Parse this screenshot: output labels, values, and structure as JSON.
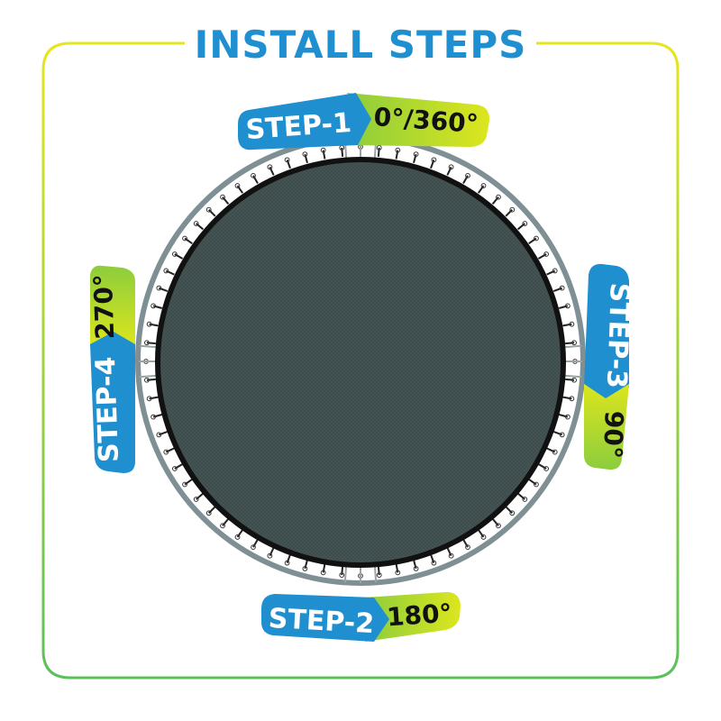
{
  "title": "INSTALL STEPS",
  "steps": [
    {
      "label": "STEP-1",
      "angle": "0°/360°"
    },
    {
      "label": "STEP-2",
      "angle": "180°"
    },
    {
      "label": "STEP-3",
      "angle": "90°"
    },
    {
      "label": "STEP-4",
      "angle": "270°"
    }
  ],
  "colors": {
    "title": "#1f8fd0",
    "step_badge": "#1f8fd0",
    "angle_badge": "#c6dc2a",
    "frame_gradient_top": "#e6e61e",
    "frame_gradient_bottom": "#5cc05a",
    "mat": "#3e4c4c",
    "frame_ring": "#6f8084"
  },
  "icons": [
    "trampoline-mat",
    "spring-hooks",
    "frame-ring"
  ]
}
